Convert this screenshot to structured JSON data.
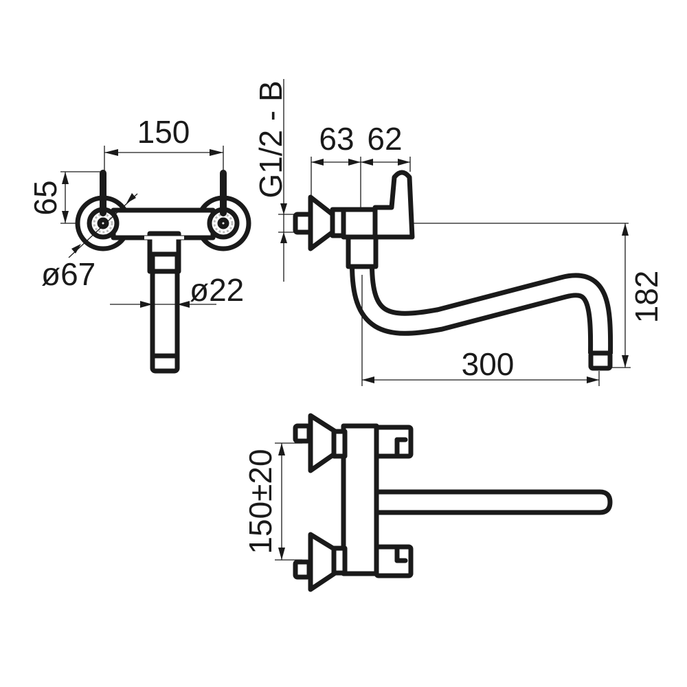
{
  "title": "Wall-mounted faucet dimension drawing",
  "line_color": "#1a1a1a",
  "front_view": {
    "width_label": "150",
    "height_label": "65",
    "rosette_diameter_label": "ø67",
    "spout_diameter_label": "ø22"
  },
  "side_view": {
    "thread_label": "G1/2 - B",
    "depth_1_label": "63",
    "depth_2_label": "62",
    "spout_height_label": "182",
    "spout_reach_label": "300"
  },
  "top_view": {
    "spacing_label": "150±20"
  }
}
